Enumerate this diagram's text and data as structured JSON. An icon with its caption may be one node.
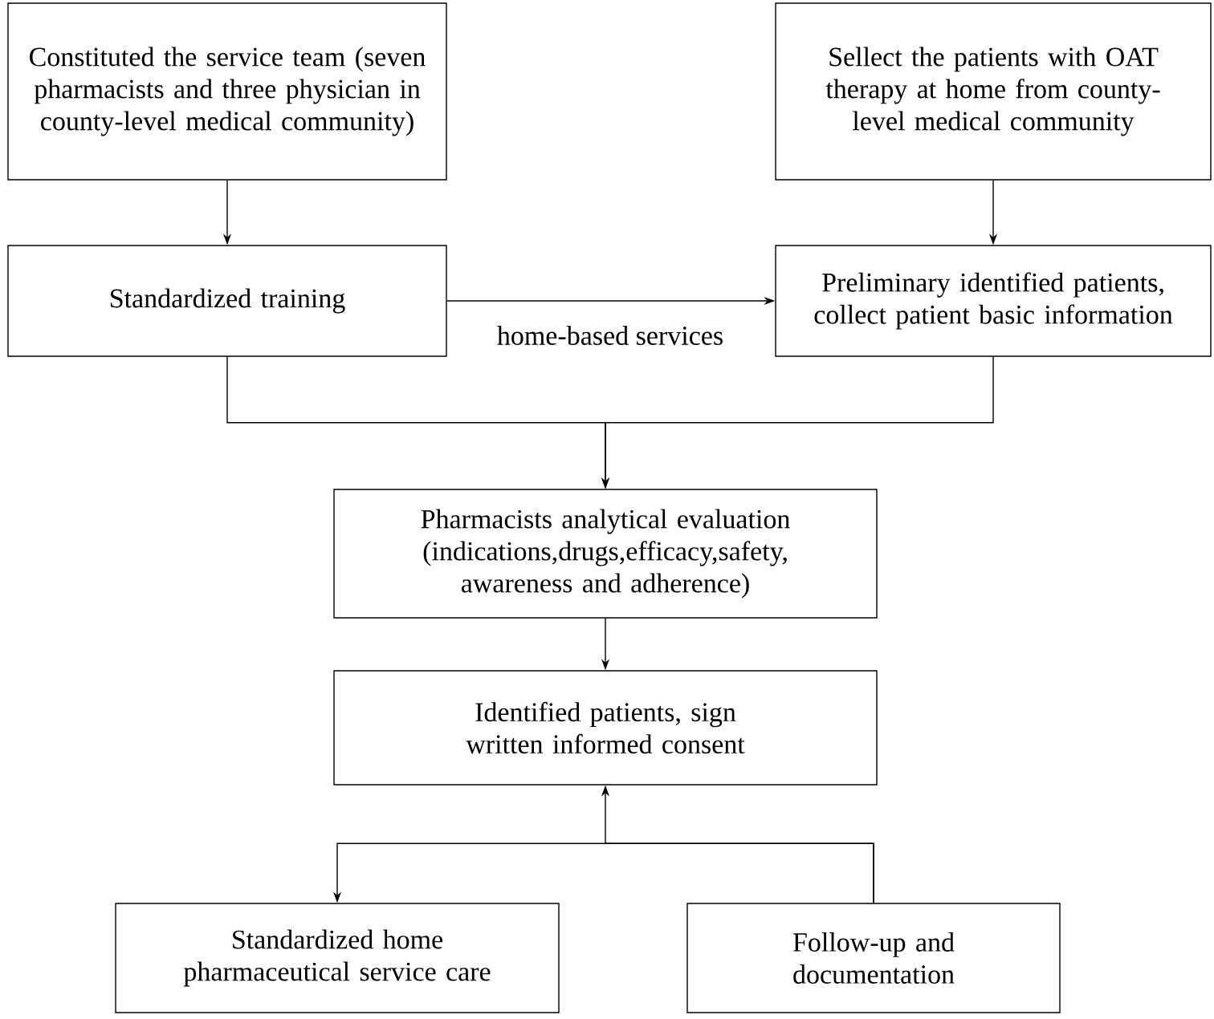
{
  "diagram": {
    "nodes": [
      {
        "text": [
          "Constituted the service team (seven pharmacists and three physician in county-level medical community)"
        ]
      },
      {
        "text": [
          "Sellect the patients with OAT therapy at home from county-level medical community"
        ]
      },
      {
        "text": [
          "Standardized training"
        ]
      },
      {
        "text": [
          "Preliminary identified patients, collect patient basic information"
        ]
      },
      {
        "text": [
          "Pharmacists analytical evaluation (indications,drugs,efficacy,safety, awareness and adherence)"
        ]
      },
      {
        "text": [
          "Identified patients, sign written informed consent"
        ]
      },
      {
        "text": [
          "Standardized home pharmaceutical service care"
        ]
      },
      {
        "text": [
          "Follow-up and documentation"
        ]
      }
    ],
    "edges": [
      {
        "from": 0,
        "to": 2,
        "arrow": "to"
      },
      {
        "from": 1,
        "to": 3,
        "arrow": "to"
      },
      {
        "from": 2,
        "to": 3,
        "arrow": "to",
        "label": "home-based services"
      },
      {
        "from": 2,
        "to": 4,
        "arrow": "to"
      },
      {
        "from": 3,
        "to": 4,
        "arrow": "to"
      },
      {
        "from": 4,
        "to": 5,
        "arrow": "to"
      },
      {
        "from": 7,
        "to": 5,
        "arrow": "to"
      },
      {
        "from": 7,
        "to": 6,
        "arrow": "to"
      }
    ]
  }
}
